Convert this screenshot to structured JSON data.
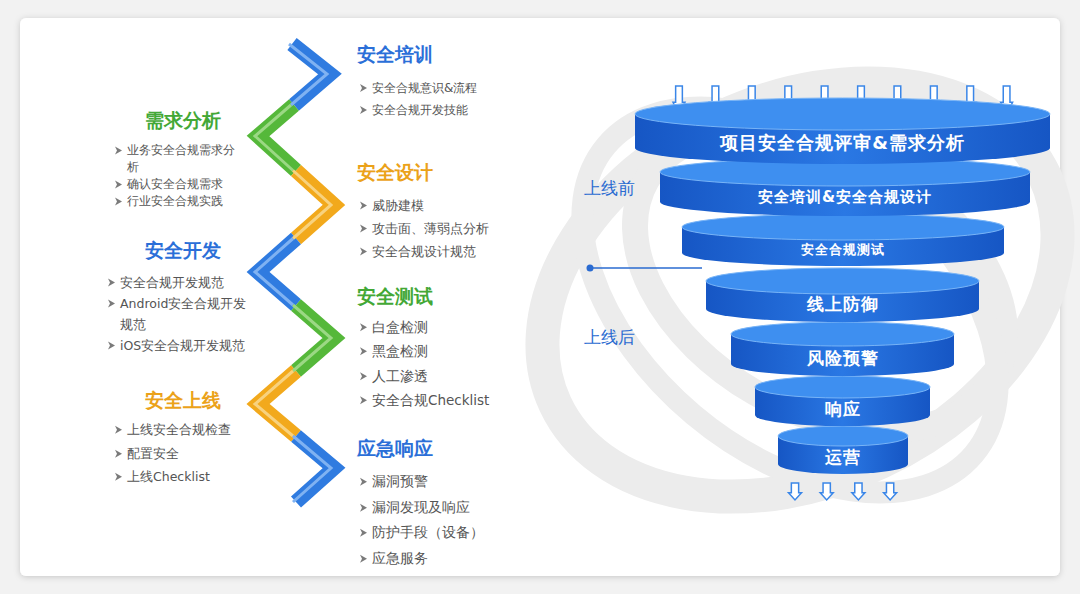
{
  "diagram": {
    "nodes": [
      {
        "text": [
          "安全培训",
          "安全合规意识&流程",
          "安全合规开发技能"
        ]
      },
      {
        "text": [
          "需求分析",
          "业务安全合规需求分析",
          "确认安全合规需求",
          "行业安全合规实践"
        ]
      },
      {
        "text": [
          "安全设计",
          "威胁建模",
          "攻击面、薄弱点分析",
          "安全合规设计规范"
        ]
      },
      {
        "text": [
          "安全开发",
          "安全合规开发规范",
          "Android安全合规开发规范",
          "iOS安全合规开发规范"
        ]
      },
      {
        "text": [
          "安全测试",
          "白盒检测",
          "黑盒检测",
          "人工渗透",
          "安全合规Checklist"
        ]
      },
      {
        "text": [
          "安全上线",
          "上线安全合规检查",
          "配置安全",
          "上线Checklist"
        ]
      },
      {
        "text": [
          "应急响应",
          "漏洞预警",
          "漏洞发现及响应",
          "防护手段（设备）",
          "应急服务"
        ]
      },
      {
        "text": [
          "项目安全合规评审&需求分析"
        ]
      },
      {
        "text": [
          "安全培训&安全合规设计"
        ]
      },
      {
        "text": [
          "安全合规测试"
        ]
      },
      {
        "text": [
          "线上防御"
        ]
      },
      {
        "text": [
          "风险预警"
        ]
      },
      {
        "text": [
          "响应"
        ]
      },
      {
        "text": [
          "运营"
        ]
      }
    ],
    "labels": [
      "上线前",
      "上线后"
    ]
  }
}
